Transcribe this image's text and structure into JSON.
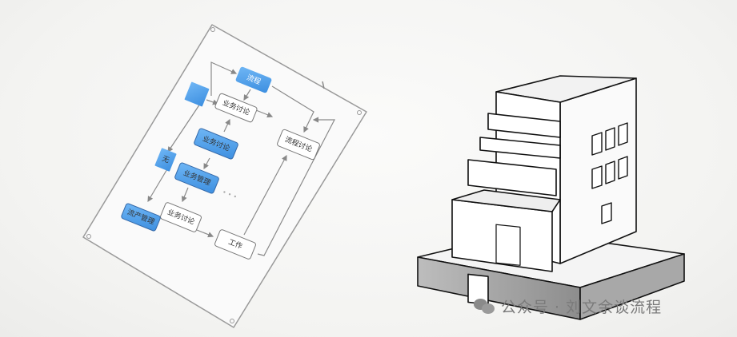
{
  "diagram": {
    "nodes": [
      {
        "label": "流程",
        "style": "blue"
      },
      {
        "label": "",
        "style": "blue"
      },
      {
        "label": "业务讨论",
        "style": "white"
      },
      {
        "label": "流程讨论",
        "style": "white"
      },
      {
        "label": "业务讨论",
        "style": "blue"
      },
      {
        "label": "无",
        "style": "blue"
      },
      {
        "label": "业务管理",
        "style": "blue"
      },
      {
        "label": "业务讨论",
        "style": "white"
      },
      {
        "label": "流产管理",
        "style": "blue"
      },
      {
        "label": "工作",
        "style": "white"
      }
    ],
    "ellipsis": "• • •"
  },
  "watermark": {
    "text": "公众号 · 刘文余谈流程",
    "icon": "wechat-icon"
  },
  "colors": {
    "accent": "#4a9be8",
    "stroke": "#8a8a8a"
  }
}
